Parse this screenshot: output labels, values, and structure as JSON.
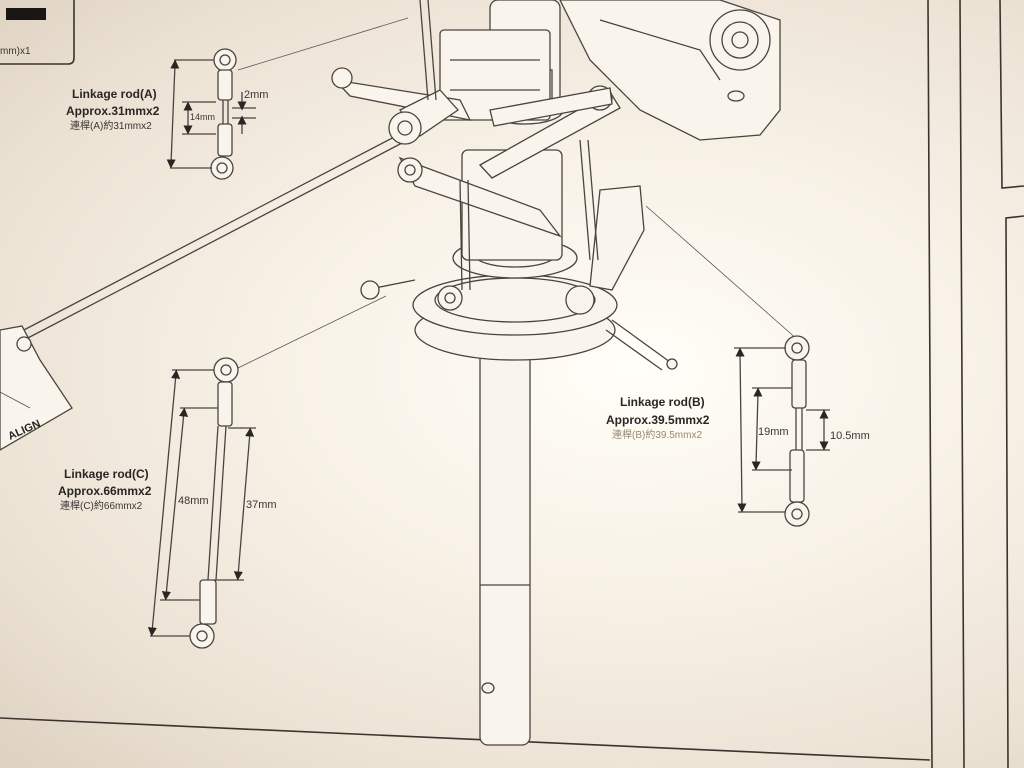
{
  "corner_box": {
    "text": "mm)x1"
  },
  "rod_a": {
    "title": "Linkage rod(A)",
    "length": "Approx.31mmx2",
    "chinese": "連桿(A)約31mmx2",
    "dim_inner": "14mm",
    "dim_offset": "2mm"
  },
  "rod_b": {
    "title": "Linkage rod(B)",
    "length": "Approx.39.5mmx2",
    "chinese": "連桿(B)約39.5mmx2",
    "dim_inner": "19mm",
    "dim_offset": "10.5mm"
  },
  "rod_c": {
    "title": "Linkage rod(C)",
    "length": "Approx.66mmx2",
    "chinese": "連桿(C)約66mmx2",
    "dim_outer": "48mm",
    "dim_inner": "37mm"
  },
  "brand": {
    "text": "ALIGN"
  }
}
